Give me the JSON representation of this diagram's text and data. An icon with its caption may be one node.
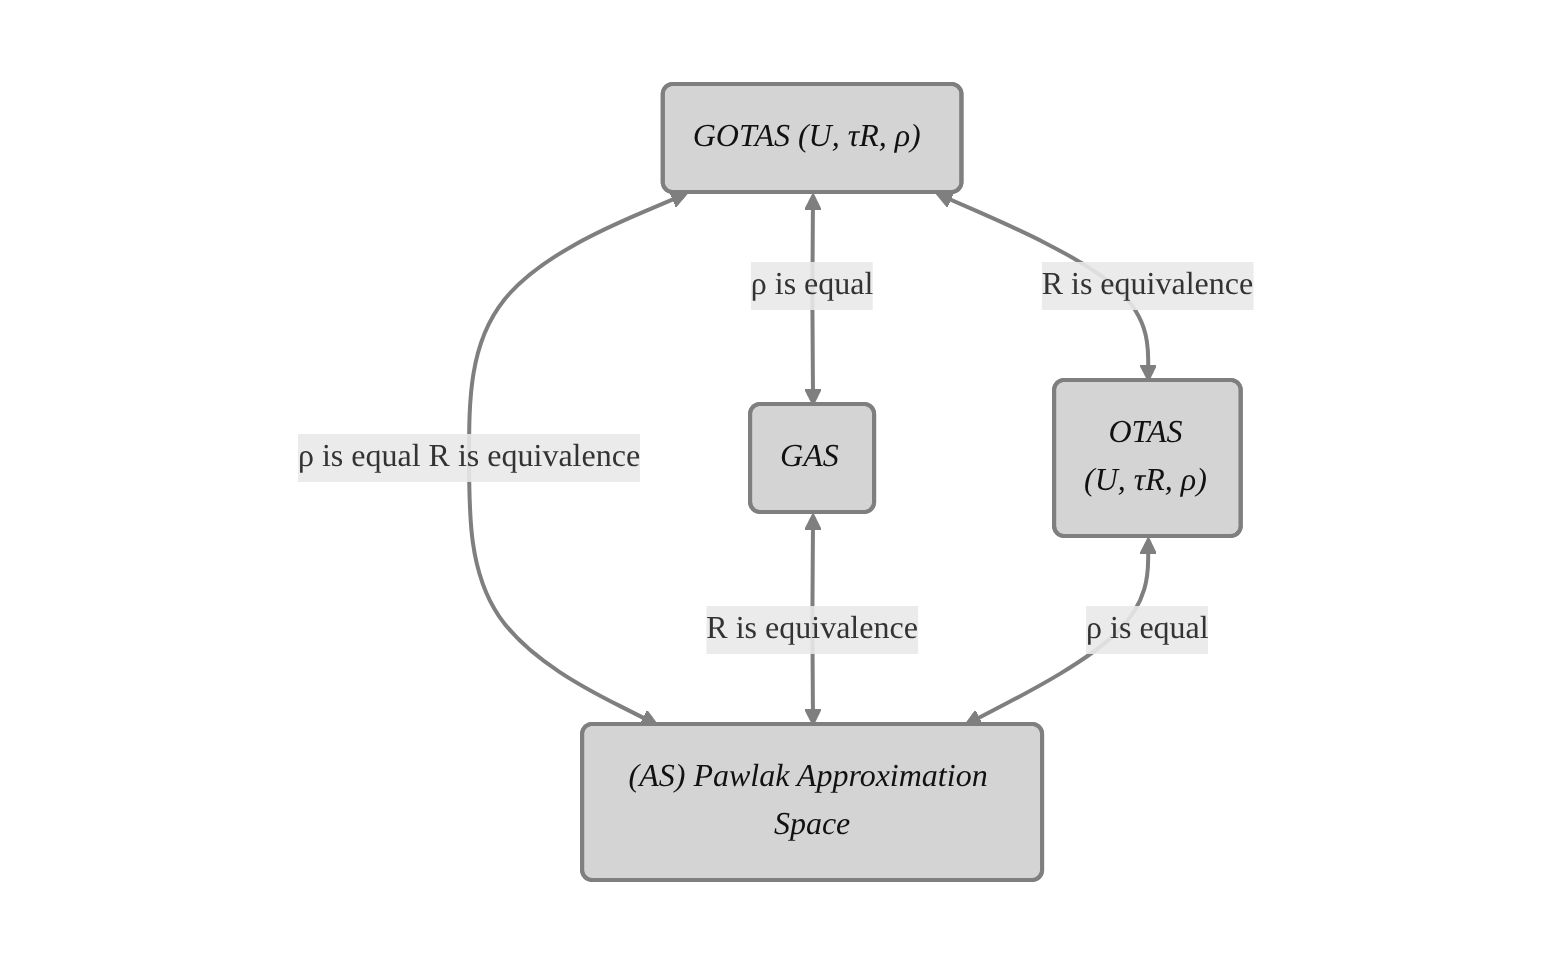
{
  "diagram": {
    "nodes": [
      {
        "text": [
          "GOTAS (U, τR, ρ)"
        ]
      },
      {
        "text": [
          "GAS"
        ]
      },
      {
        "text": [
          "OTAS",
          "(U, τR, ρ)"
        ]
      },
      {
        "text": [
          "(AS) Pawlak Approximation Space"
        ]
      }
    ],
    "edges": [
      {
        "from": 0,
        "to": 1,
        "arrow": "both",
        "label": "ρ is equal"
      },
      {
        "from": 0,
        "to": 2,
        "arrow": "both",
        "label": "R is equivalence"
      },
      {
        "from": 0,
        "to": 3,
        "arrow": "both",
        "label": "ρ is equal R is equivalence"
      },
      {
        "from": 1,
        "to": 3,
        "arrow": "both",
        "label": "R is equivalence"
      },
      {
        "from": 2,
        "to": 3,
        "arrow": "both",
        "label": "ρ is equal"
      }
    ]
  }
}
